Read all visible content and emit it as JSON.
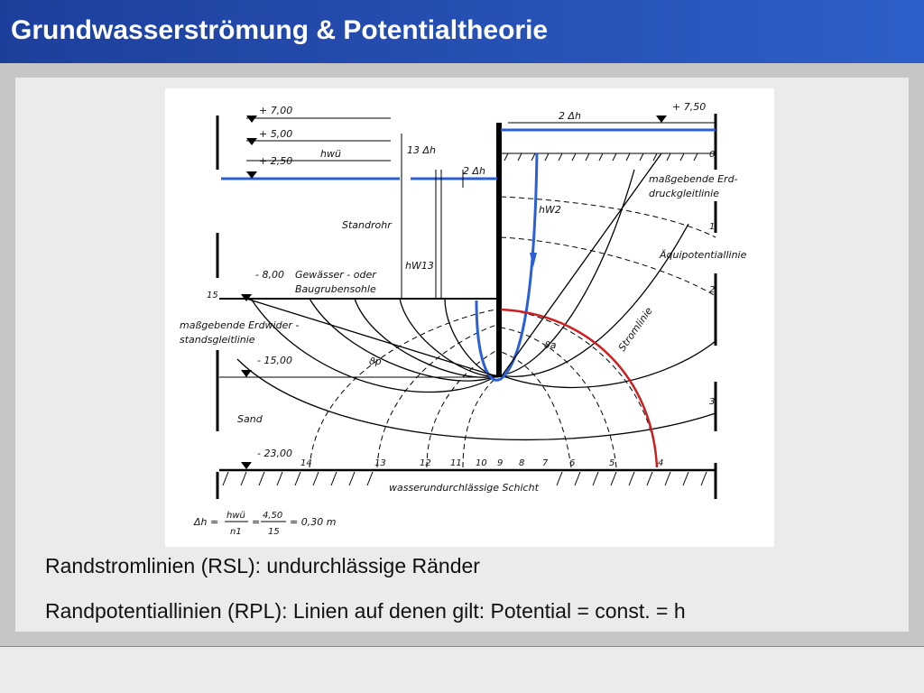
{
  "slide": {
    "title": "Grundwasserströmung & Potentialtheorie",
    "bullets": [
      "Randstromlinien (RSL): undurchlässige Ränder",
      "Randpotentiallinien (RPL): Linien auf denen gilt: Potential = const. = h"
    ]
  },
  "figure": {
    "elevations": [
      "+ 7,00",
      "+ 5,00",
      "+ 2,50",
      "- 8,00",
      "- 15,00",
      "- 23,00",
      "+ 7,50"
    ],
    "labels": {
      "h_wue": "hwü",
      "delta_13": "13 Δh",
      "delta_2_left": "2 Δh",
      "delta_2_top": "2 Δh",
      "standrohr": "Standrohr",
      "h_w13": "hW13",
      "h_w2": "hW2",
      "sohle_1": "Gewässer - oder",
      "sohle_2": "Baugrubensohle",
      "erdwider_1": "maßgebende Erdwider -",
      "erdwider_2": "standsgleitlinie",
      "erddruck_1": "maßgebende Erd-",
      "erddruck_2": "druckgleitlinie",
      "aequipotential": "Äquipotentiallinie",
      "stromlinie": "Stromlinie",
      "sand": "Sand",
      "theta_p": "ϑp",
      "theta_a": "ϑa",
      "impermeable": "wasserundurchlässige Schicht",
      "formula_lhs": "Δh =",
      "formula_num1": "hwü",
      "formula_den1": "n1",
      "formula_num2": "4,50",
      "formula_den2": "15",
      "formula_result": "= 0,30 m"
    },
    "potential_numbers": [
      "15",
      "14",
      "13",
      "12",
      "11",
      "10",
      "9",
      "8",
      "7",
      "6",
      "5",
      "4",
      "3",
      "2",
      "1",
      "0"
    ]
  }
}
